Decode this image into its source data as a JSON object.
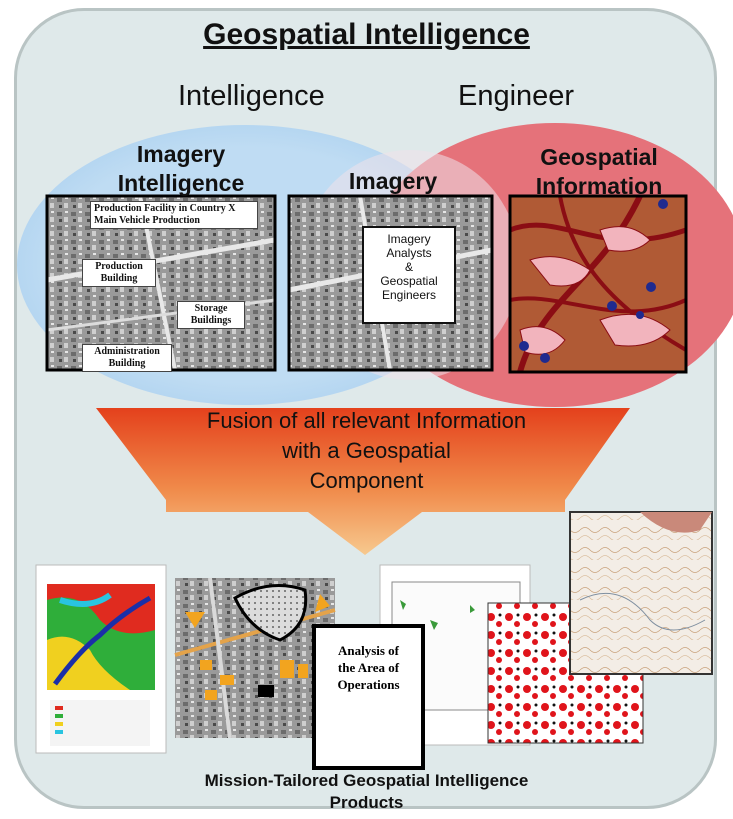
{
  "title": "Geospatial Intelligence",
  "categories": {
    "intelligence": "Intelligence",
    "engineer": "Engineer"
  },
  "headers": {
    "imagery_intelligence": [
      "Imagery",
      "Intelligence"
    ],
    "imagery": "Imagery",
    "geospatial_information": [
      "Geospatial",
      "Information"
    ]
  },
  "left_panel": {
    "header_lines": [
      "Production Facility in Country X",
      "Main Vehicle Production"
    ],
    "production": [
      "Production",
      "Building"
    ],
    "storage": [
      "Storage",
      "Buildings"
    ],
    "administration": [
      "Administration",
      "Building"
    ]
  },
  "center_panel": {
    "note": [
      "Imagery",
      "Analysts",
      "&",
      "Geospatial",
      "Engineers"
    ]
  },
  "fusion": [
    "Fusion of all relevant Information",
    "with a Geospatial",
    "Component"
  ],
  "doc": [
    "Analysis of",
    "the Area of",
    "Operations"
  ],
  "bottom": [
    "Mission-Tailored Geospatial Intelligence",
    "Products"
  ],
  "colors": {
    "blue_oval": "#b9d9f1",
    "red_oval": "#e5727a",
    "arrow_top": "#e8501e",
    "arrow_bottom": "#f2b779",
    "frame": "#dfe9ea"
  }
}
